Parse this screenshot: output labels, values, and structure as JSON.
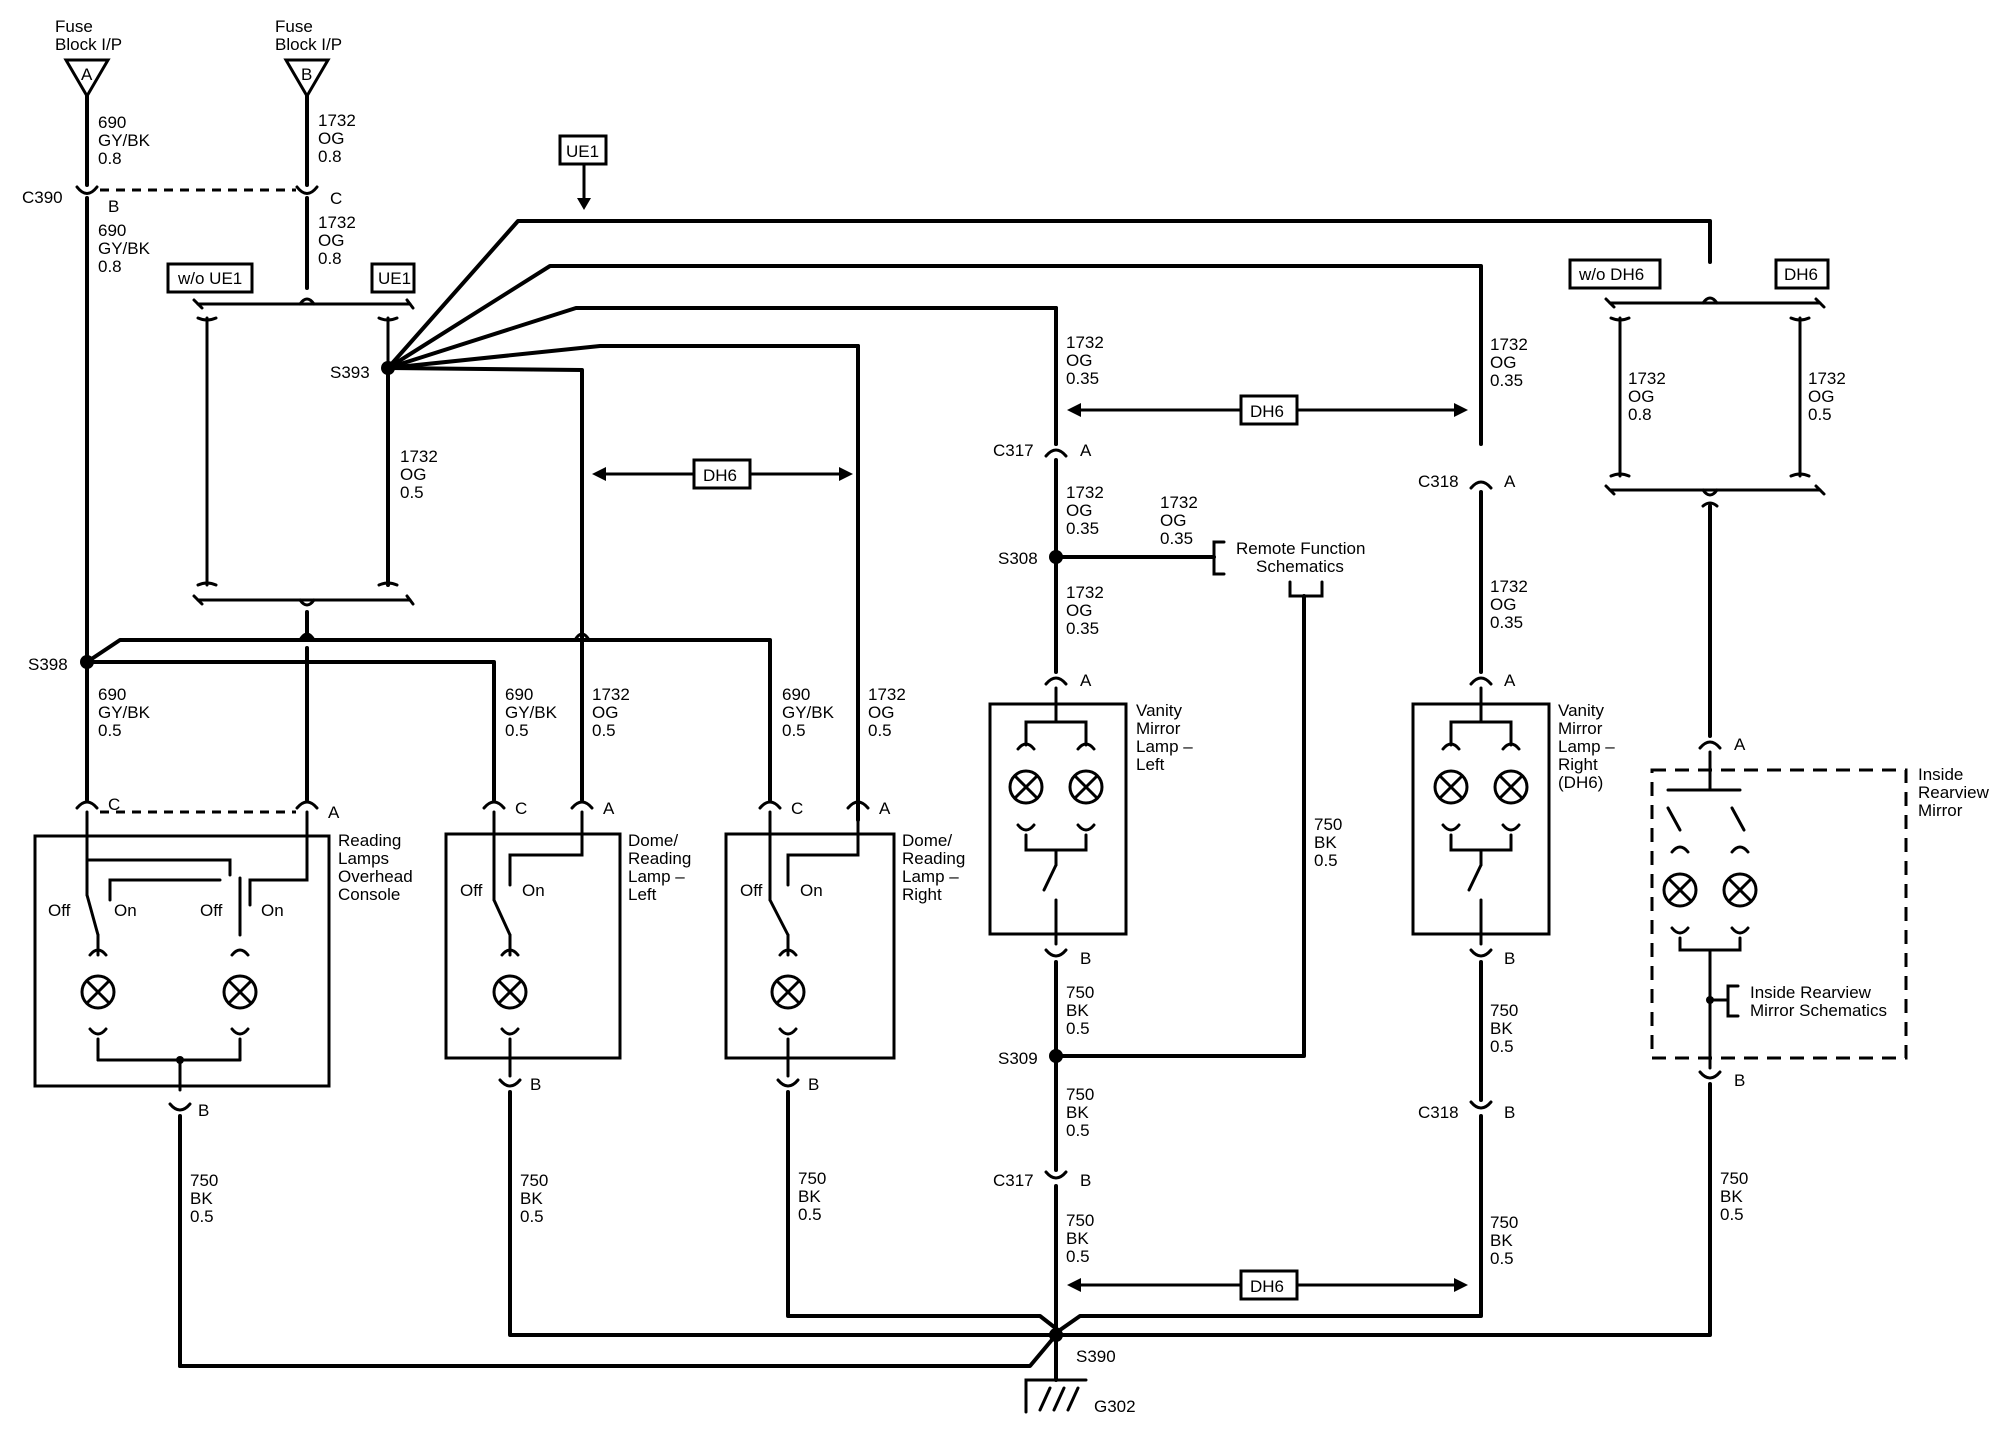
{
  "fuses": {
    "a": {
      "title1": "Fuse",
      "title2": "Block I/P",
      "letter": "A"
    },
    "b": {
      "title1": "Fuse",
      "title2": "Block I/P",
      "letter": "B"
    }
  },
  "options": {
    "ue1": "UE1",
    "wo_ue1": "w/o UE1",
    "dh6": "DH6",
    "wo_dh6": "w/o DH6"
  },
  "splices": {
    "s393": "S393",
    "s398": "S398",
    "s308": "S308",
    "s309": "S309",
    "s390": "S390",
    "g302": "G302"
  },
  "connectors": {
    "c390": "C390",
    "c317": "C317",
    "c318": "C318",
    "pin_a": "A",
    "pin_b": "B",
    "pin_c": "C"
  },
  "wires": {
    "w690_gybk_08": {
      "circuit": "690",
      "color": "GY/BK",
      "size": "0.8"
    },
    "w690_gybk_05": {
      "circuit": "690",
      "color": "GY/BK",
      "size": "0.5"
    },
    "w1732_og_08": {
      "circuit": "1732",
      "color": "OG",
      "size": "0.8"
    },
    "w1732_og_05": {
      "circuit": "1732",
      "color": "OG",
      "size": "0.5"
    },
    "w1732_og_035": {
      "circuit": "1732",
      "color": "OG",
      "size": "0.35"
    },
    "w750_bk_05": {
      "circuit": "750",
      "color": "BK",
      "size": "0.5"
    }
  },
  "components": {
    "reading_lamps": [
      "Reading",
      "Lamps",
      "Overhead",
      "Console"
    ],
    "dome_left": [
      "Dome/",
      "Reading",
      "Lamp –",
      "Left"
    ],
    "dome_right": [
      "Dome/",
      "Reading",
      "Lamp –",
      "Right"
    ],
    "vanity_left": [
      "Vanity",
      "Mirror",
      "Lamp –",
      "Left"
    ],
    "vanity_right": [
      "Vanity",
      "Mirror",
      "Lamp –",
      "Right",
      "(DH6)"
    ],
    "inside_mirror": [
      "Inside",
      "Rearview",
      "Mirror"
    ]
  },
  "switch_labels": {
    "off": "Off",
    "on": "On"
  },
  "references": {
    "remote": [
      "Remote Function",
      "Schematics"
    ],
    "mirror_schem": [
      "Inside Rearview",
      "Mirror Schematics"
    ]
  }
}
